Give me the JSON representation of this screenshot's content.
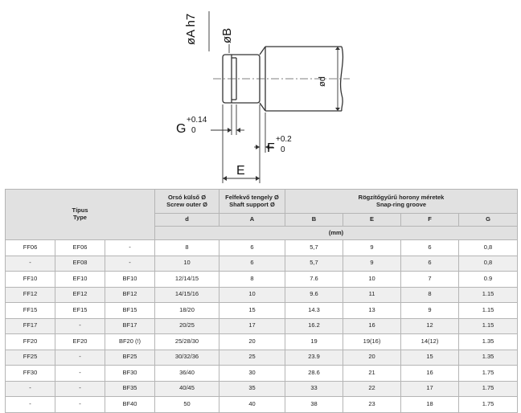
{
  "drawing": {
    "label_A": "øA h7",
    "label_B": "øB",
    "label_d": "ød",
    "label_G": "G",
    "tol_G_upper": "+0.14",
    "tol_G_lower": "0",
    "label_F": "F",
    "tol_F_upper": "+0.2",
    "tol_F_lower": "0",
    "label_E": "E"
  },
  "table": {
    "type_header_line1": "Típus",
    "type_header_line2": "Type",
    "screw_header_line1": "Orsó külső Ø",
    "screw_header_line2": "Screw outer Ø",
    "shaft_header_line1": "Felfekvő tengely Ø",
    "shaft_header_line2": "Shaft support Ø",
    "groove_header_line1": "Rögzítőgyűrű horony méretek",
    "groove_header_line2": "Snap-ring groove",
    "col_d": "d",
    "col_A": "A",
    "col_B": "B",
    "col_E": "E",
    "col_F": "F",
    "col_G": "G",
    "unit": "(mm)",
    "rows": [
      [
        "FF06",
        "EF06",
        "-",
        "8",
        "6",
        "5,7",
        "9",
        "6",
        "0,8"
      ],
      [
        "-",
        "EF08",
        "-",
        "10",
        "6",
        "5,7",
        "9",
        "6",
        "0,8"
      ],
      [
        "FF10",
        "EF10",
        "BF10",
        "12/14/15",
        "8",
        "7.6",
        "10",
        "7",
        "0.9"
      ],
      [
        "FF12",
        "EF12",
        "BF12",
        "14/15/16",
        "10",
        "9.6",
        "11",
        "8",
        "1.15"
      ],
      [
        "FF15",
        "EF15",
        "BF15",
        "18/20",
        "15",
        "14.3",
        "13",
        "9",
        "1.15"
      ],
      [
        "FF17",
        "-",
        "BF17",
        "20/25",
        "17",
        "16.2",
        "16",
        "12",
        "1.15"
      ],
      [
        "FF20",
        "EF20",
        "BF20 (!)",
        "25/28/30",
        "20",
        "19",
        "19(16)",
        "14(12)",
        "1.35"
      ],
      [
        "FF25",
        "-",
        "BF25",
        "30/32/36",
        "25",
        "23.9",
        "20",
        "15",
        "1.35"
      ],
      [
        "FF30",
        "-",
        "BF30",
        "36/40",
        "30",
        "28.6",
        "21",
        "16",
        "1.75"
      ],
      [
        "-",
        "-",
        "BF35",
        "40/45",
        "35",
        "33",
        "22",
        "17",
        "1.75"
      ],
      [
        "-",
        "-",
        "BF40",
        "50",
        "40",
        "38",
        "23",
        "18",
        "1.75"
      ]
    ]
  }
}
